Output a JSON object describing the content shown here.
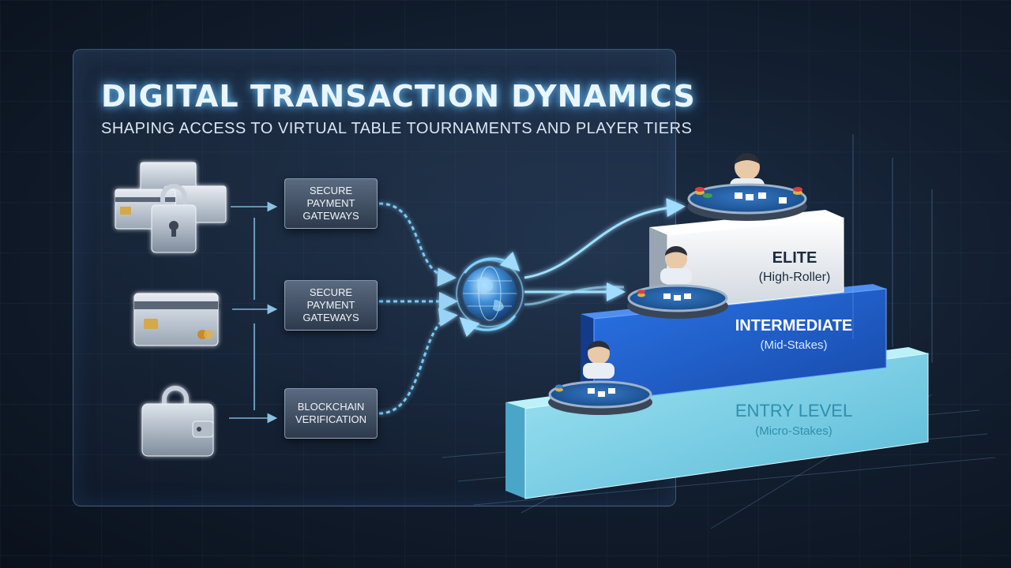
{
  "header": {
    "title": "DIGITAL TRANSACTION DYNAMICS",
    "subtitle": "SHAPING ACCESS TO VIRTUAL TABLE TOURNAMENTS AND PLAYER TIERS"
  },
  "gateways": [
    {
      "label": "SECURE PAYMENT GATEWAYS"
    },
    {
      "label": "SECURE PAYMENT GATEWAYS"
    },
    {
      "label": "BLOCKCHAIN VERIFICATION"
    }
  ],
  "payment_icons": [
    "credit-cards-lock-icon",
    "credit-card-icon",
    "wallet-lock-icon"
  ],
  "hub_icon": "globe-icon",
  "tiers": [
    {
      "name": "ELITE",
      "stakes": "(High-Roller)",
      "color": "#f2f2f2"
    },
    {
      "name": "INTERMEDIATE",
      "stakes": "(Mid-Stakes)",
      "color": "#1e63d6"
    },
    {
      "name": "ENTRY LEVEL",
      "stakes": "(Micro-Stakes)",
      "color": "#7fd6ea"
    }
  ],
  "colors": {
    "accent_glow": "#7fd3ff",
    "background": "#111c2c",
    "table_felt": "#1f5aa0"
  }
}
